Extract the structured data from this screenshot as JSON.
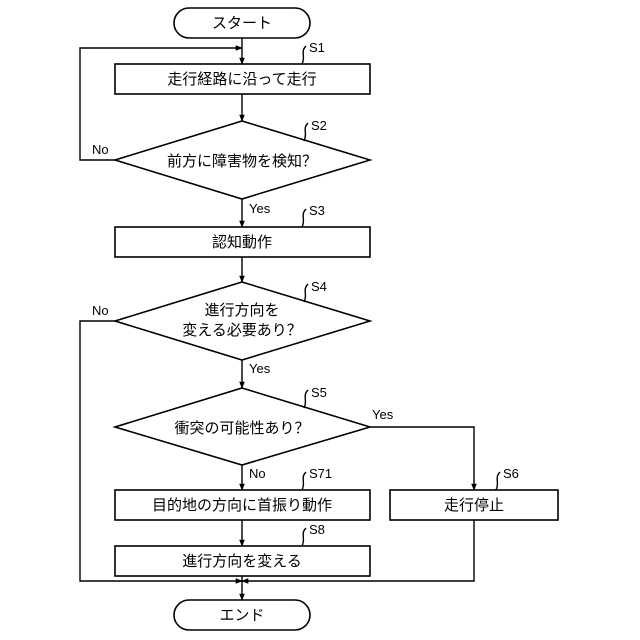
{
  "nodes": {
    "start": "スタート",
    "s1": "走行経路に沿って走行",
    "s2": "前方に障害物を検知？",
    "s3": "認知動作",
    "s4_line1": "進行方向を",
    "s4_line2": "変える必要あり？",
    "s5": "衝突の可能性あり？",
    "s71": "目的地の方向に首振り動作",
    "s6": "走行停止",
    "s8": "進行方向を変える",
    "end": "エンド"
  },
  "step_labels": {
    "s1": "S1",
    "s2": "S2",
    "s3": "S3",
    "s4": "S4",
    "s5": "S5",
    "s6": "S6",
    "s71": "S71",
    "s8": "S8"
  },
  "branches": {
    "s2_no": "No",
    "s2_yes": "Yes",
    "s4_no": "No",
    "s4_yes": "Yes",
    "s5_no": "No",
    "s5_yes": "Yes"
  }
}
